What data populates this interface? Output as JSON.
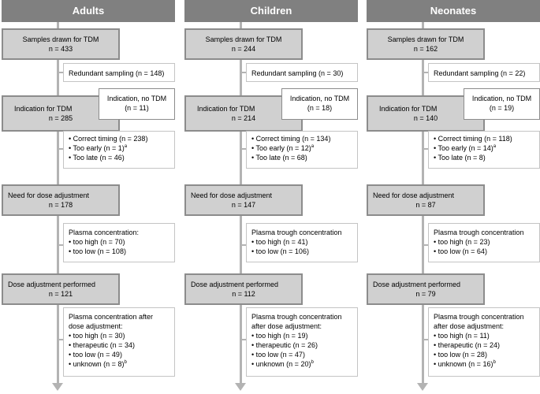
{
  "columns": [
    {
      "title": "Adults",
      "samples": {
        "label": "Samples drawn for TDM",
        "n": "n = 433"
      },
      "redundant": "Redundant sampling (n = 148)",
      "indication": {
        "label": "Indication for TDM",
        "n": "n = 285"
      },
      "no_tdm": {
        "label": "Indication, no TDM",
        "n": "(n = 11)"
      },
      "timing": {
        "correct": "• Correct timing (n = 238)",
        "early": "• Too early (n = 1)",
        "early_sup": "a",
        "late": "• Too late (n = 46)"
      },
      "need": {
        "label": "Need for dose adjustment",
        "n": "n = 178"
      },
      "plasma": {
        "lines": [
          "Plasma concentration:"
        ],
        "high": "• too high (n = 70)",
        "low": "• too low (n = 108)"
      },
      "performed": {
        "label": "Dose adjustment performed",
        "n": "n = 121"
      },
      "after": {
        "lines": [
          "Plasma concentration after",
          "dose adjustment:"
        ],
        "high": "• too high (n = 30)",
        "therapeutic": "• therapeutic (n = 34)",
        "low": "• too low (n = 49)",
        "unknown": "• unknown (n = 8)",
        "unknown_sup": "b"
      }
    },
    {
      "title": "Children",
      "samples": {
        "label": "Samples drawn for TDM",
        "n": "n = 244"
      },
      "redundant": "Redundant sampling (n = 30)",
      "indication": {
        "label": "Indication for TDM",
        "n": "n = 214"
      },
      "no_tdm": {
        "label": "Indication, no TDM",
        "n": "(n = 18)"
      },
      "timing": {
        "correct": "• Correct timing (n = 134)",
        "early": "• Too early (n = 12)",
        "early_sup": "a",
        "late": "• Too late (n = 68)"
      },
      "need": {
        "label": "Need for dose adjustment",
        "n": "n = 147"
      },
      "plasma": {
        "lines": [
          "Plasma trough concentration"
        ],
        "high": "• too high (n = 41)",
        "low": "• too low (n = 106)"
      },
      "performed": {
        "label": "Dose adjustment performed",
        "n": "n = 112"
      },
      "after": {
        "lines": [
          "Plasma trough concentration",
          "after dose adjustment:"
        ],
        "high": "• too high (n = 19)",
        "therapeutic": "• therapeutic (n = 26)",
        "low": "• too low (n = 47)",
        "unknown": "• unknown (n = 20)",
        "unknown_sup": "b"
      }
    },
    {
      "title": "Neonates",
      "samples": {
        "label": "Samples drawn for TDM",
        "n": "n = 162"
      },
      "redundant": "Redundant sampling (n = 22)",
      "indication": {
        "label": "Indication for TDM",
        "n": "n = 140"
      },
      "no_tdm": {
        "label": "Indication, no TDM",
        "n": "(n = 19)"
      },
      "timing": {
        "correct": "• Correct timing (n = 118)",
        "early": "• Too early (n = 14)",
        "early_sup": "a",
        "late": "• Too late (n = 8)"
      },
      "need": {
        "label": "Need for dose adjustment",
        "n": "n = 87"
      },
      "plasma": {
        "lines": [
          "Plasma trough concentration"
        ],
        "high": "• too high (n = 23)",
        "low": "• too low (n = 64)"
      },
      "performed": {
        "label": "Dose adjustment performed",
        "n": "n = 79"
      },
      "after": {
        "lines": [
          "Plasma trough concentration",
          "after dose adjustment:"
        ],
        "high": "• too high (n = 11)",
        "therapeutic": "• therapeutic (n = 24)",
        "low": "• too low (n = 28)",
        "unknown": "• unknown (n = 16)",
        "unknown_sup": "b"
      }
    }
  ]
}
